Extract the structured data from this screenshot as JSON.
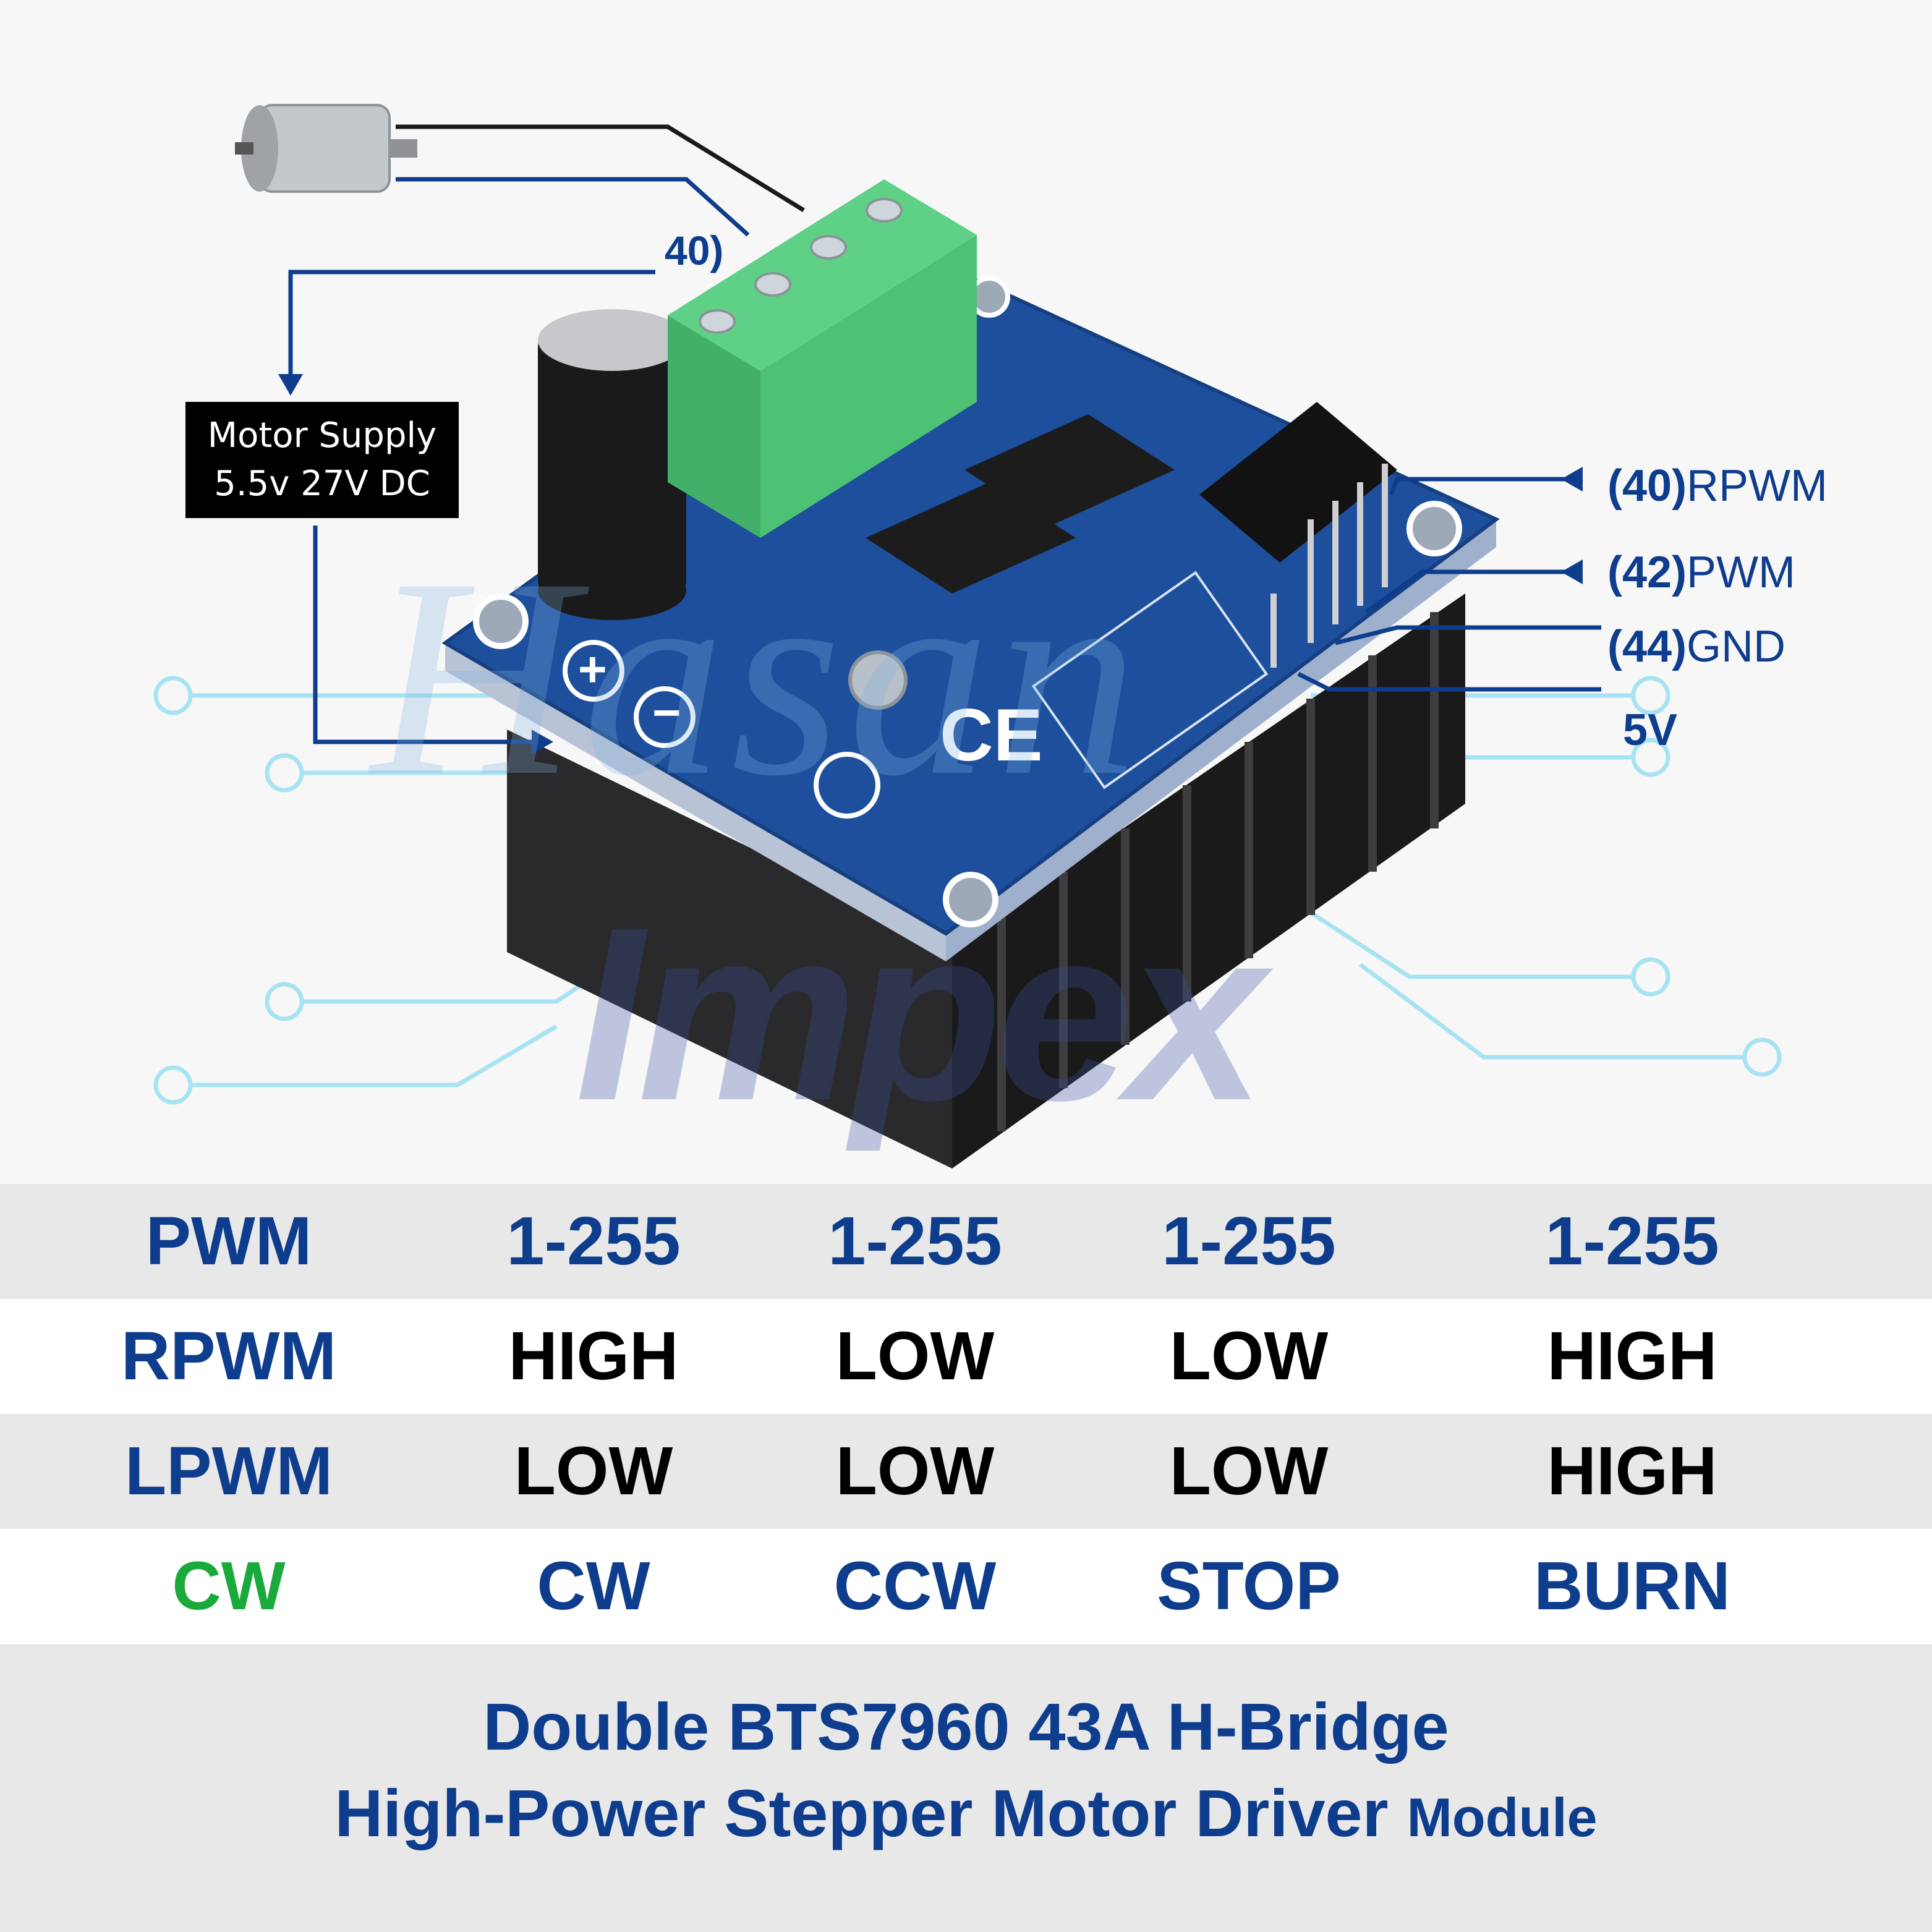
{
  "diagram": {
    "motor_label": "40)",
    "supply_line1": "Motor Supply",
    "supply_line2": "5.5v 27V DC",
    "pins": [
      {
        "num": "(40)",
        "name": "RPWM"
      },
      {
        "num": "(42)",
        "name": "PWM"
      },
      {
        "num": "(44)",
        "name": "GND"
      },
      {
        "num": "",
        "name": "5V"
      }
    ],
    "watermark_line1": "Hasan",
    "watermark_line2": "Impex"
  },
  "table": {
    "rows": [
      {
        "label": "PWM",
        "cells": [
          "1-255",
          "1-255",
          "1-255",
          "1-255"
        ]
      },
      {
        "label": "RPWM",
        "cells": [
          "HIGH",
          "LOW",
          "LOW",
          "HIGH"
        ]
      },
      {
        "label": "LPWM",
        "cells": [
          "LOW",
          "LOW",
          "LOW",
          "HIGH"
        ]
      },
      {
        "label": "CW",
        "cells": [
          "CW",
          "CCW",
          "STOP",
          "BURN"
        ]
      }
    ]
  },
  "footer": {
    "line1": "Double BTS7960 43A H-Bridge",
    "line2_main": "High-Power Stepper Motor Driver",
    "line2_small": "Module"
  },
  "colors": {
    "accent_blue": "#0d3d8c",
    "cw_green": "#1aaa3c",
    "pcb_blue": "#1d4f9c",
    "terminal_green": "#4ec274"
  }
}
